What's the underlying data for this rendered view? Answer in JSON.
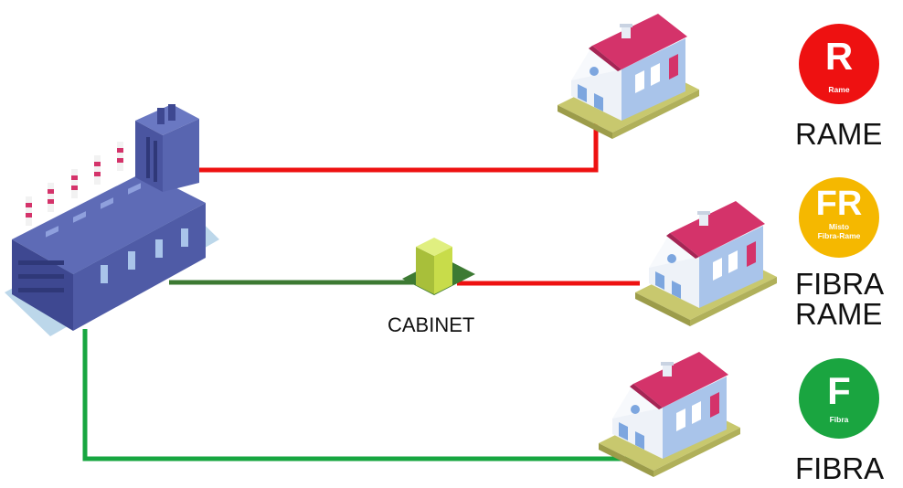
{
  "cabinet": {
    "label": "CABINET"
  },
  "legend": [
    {
      "letter": "R",
      "sublabel": "Rame",
      "caption": "RAME",
      "color": "#ee1111"
    },
    {
      "letter": "FR",
      "sublabel": "Misto\nFibra-Rame",
      "caption": "FIBRA\nRAME",
      "color": "#f5b800"
    },
    {
      "letter": "F",
      "sublabel": "Fibra",
      "caption": "FIBRA",
      "color": "#1aa540"
    }
  ],
  "colors": {
    "copper_line": "#ee1111",
    "fiber_line_dark": "#3d7a33",
    "fiber_line": "#17a640",
    "factory": "#4f5ba6",
    "cabinet": "#c8dc4a",
    "roof": "#d4336a",
    "house_wall": "#a9c4ea"
  }
}
